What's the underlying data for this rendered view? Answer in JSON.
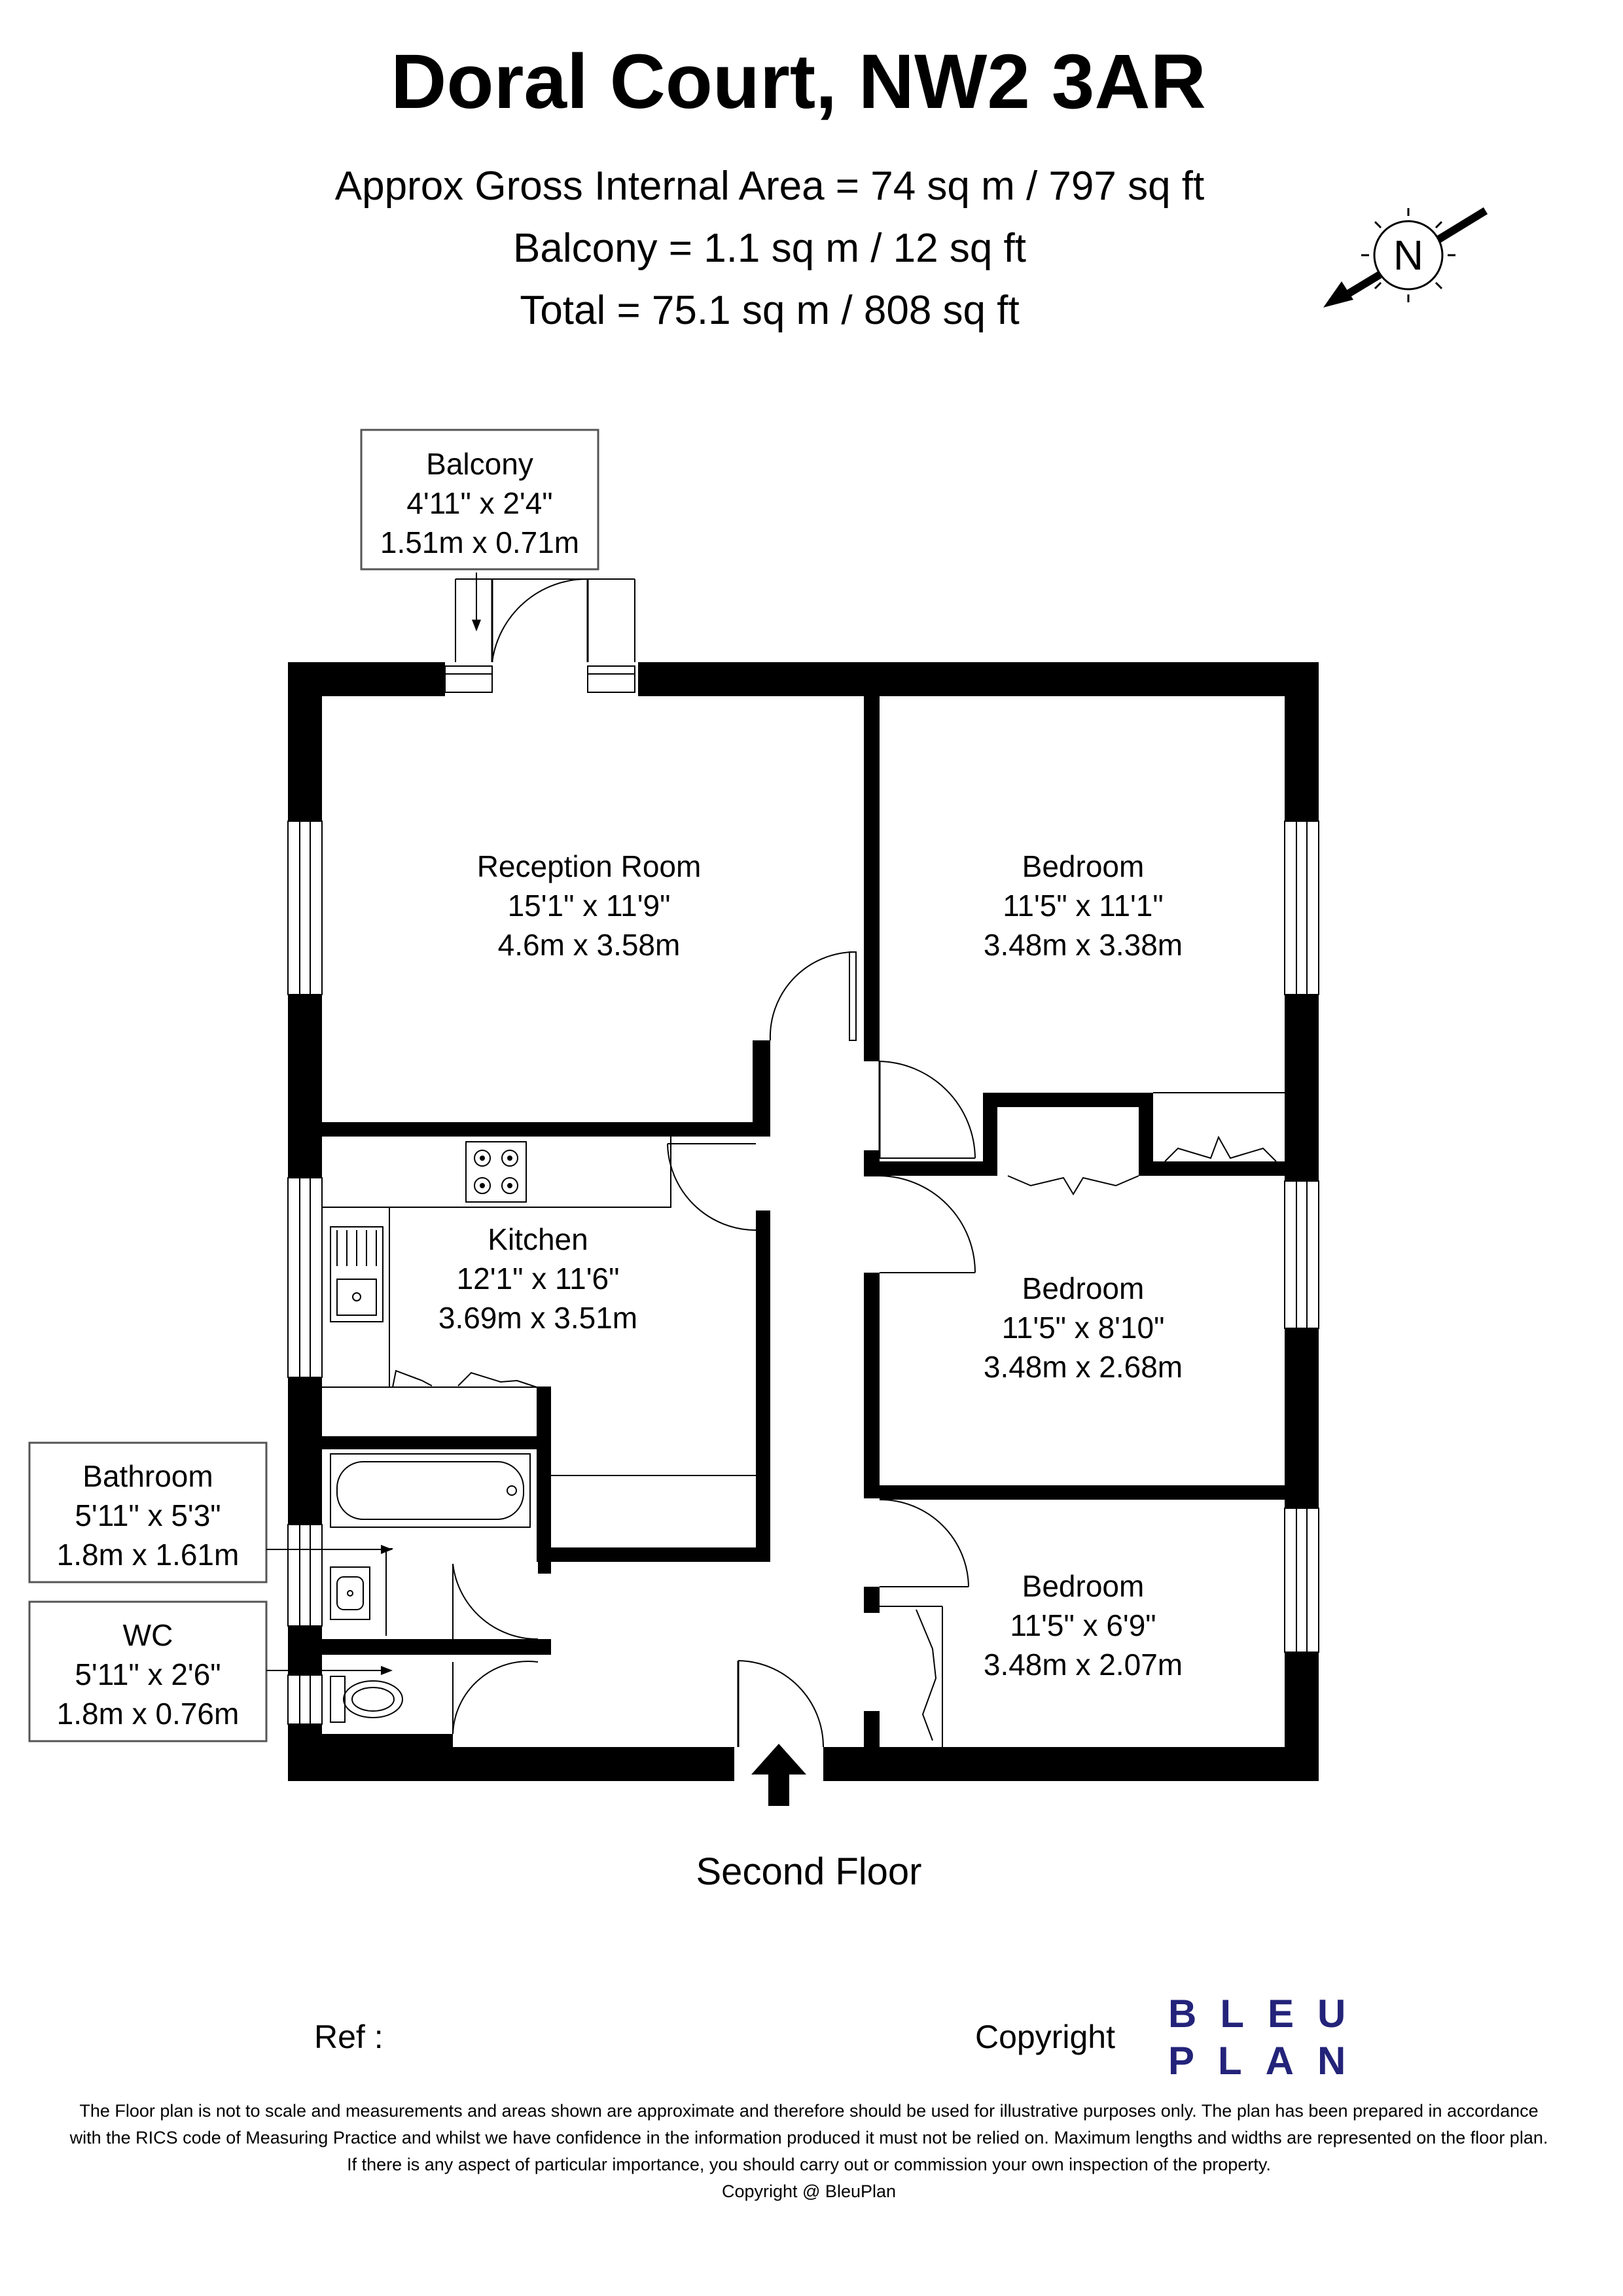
{
  "header": {
    "title": "Doral Court, NW2 3AR",
    "area_lines": [
      "Approx Gross Internal Area = 74 sq m / 797 sq ft",
      "Balcony = 1.1 sq m / 12 sq ft",
      "Total = 75.1 sq m / 808 sq ft"
    ],
    "compass_letter": "N"
  },
  "rooms": {
    "balcony": {
      "name": "Balcony",
      "imperial": "4'11\" x 2'4\"",
      "metric": "1.51m x 0.71m"
    },
    "reception": {
      "name": "Reception Room",
      "imperial": "15'1\" x 11'9\"",
      "metric": "4.6m x 3.58m"
    },
    "bedroom1": {
      "name": "Bedroom",
      "imperial": "11'5\" x 11'1\"",
      "metric": "3.48m x 3.38m"
    },
    "kitchen": {
      "name": "Kitchen",
      "imperial": "12'1\" x 11'6\"",
      "metric": "3.69m x 3.51m"
    },
    "bedroom2": {
      "name": "Bedroom",
      "imperial": "11'5\" x 8'10\"",
      "metric": "3.48m x 2.68m"
    },
    "bathroom": {
      "name": "Bathroom",
      "imperial": "5'11\" x 5'3\"",
      "metric": "1.8m x 1.61m"
    },
    "bedroom3": {
      "name": "Bedroom",
      "imperial": "11'5\" x 6'9\"",
      "metric": "3.48m x 2.07m"
    },
    "wc": {
      "name": "WC",
      "imperial": "5'11\" x 2'6\"",
      "metric": "1.8m x 0.76m"
    }
  },
  "floor_label": "Second Floor",
  "footer": {
    "ref_label": "Ref  :",
    "copyright_label": "Copyright",
    "brand_line1": "BLEU",
    "brand_line2": "PLAN",
    "brand_color": "#23237a",
    "disclaimer": [
      "The Floor plan is not to scale and measurements and areas shown are approximate and therefore should be used for illustrative purposes only. The plan has been prepared in accordance",
      "with the RICS code of Measuring Practice and whilst we have confidence in the information produced it must not be relied on. Maximum lengths and widths are represented on the floor plan.",
      "If there is any aspect of particular importance, you should carry out or commission your own inspection of the property.",
      "Copyright @ BleuPlan"
    ]
  }
}
